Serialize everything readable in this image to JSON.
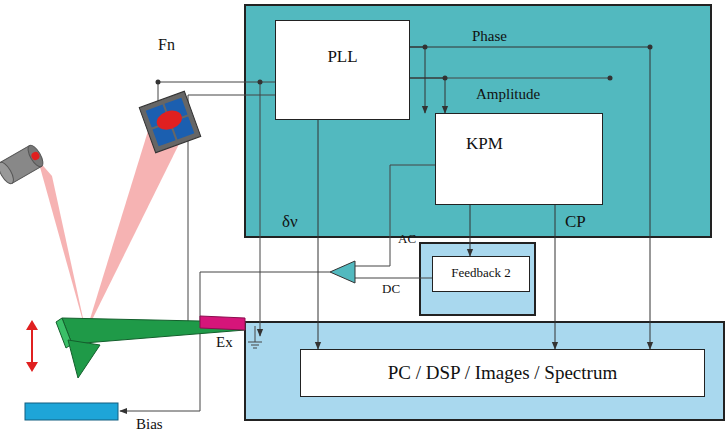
{
  "diagram": {
    "nodes": [
      {
        "text": [
          "PLL"
        ]
      },
      {
        "text": [
          "KPM"
        ]
      },
      {
        "text": [
          "Feedback 2"
        ]
      },
      {
        "text": [
          "PC / DSP / Images / Spectrum"
        ]
      }
    ],
    "edges": [
      {
        "from": 0,
        "to": 1,
        "arrow": "to"
      },
      {
        "from": 0,
        "to": 1,
        "arrow": "to"
      },
      {
        "from": 1,
        "to": 2,
        "arrow": "to"
      },
      {
        "from": 0,
        "to": 3,
        "arrow": "to",
        "label": "δν"
      },
      {
        "from": 1,
        "to": 3,
        "arrow": "to",
        "label": "CP"
      },
      {
        "from": 0,
        "to": 3,
        "arrow": "to",
        "label": "Phase"
      }
    ],
    "labels": [
      "Fn",
      "Amplitude",
      "AC",
      "DC",
      "Ex",
      "Bias"
    ]
  }
}
